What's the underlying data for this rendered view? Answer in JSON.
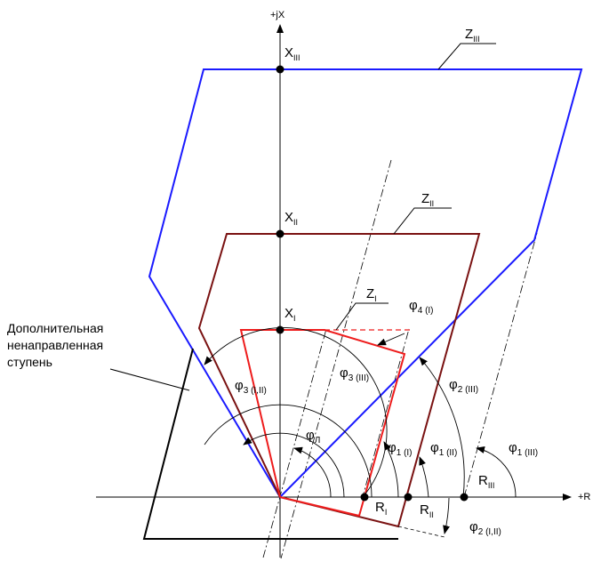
{
  "axes": {
    "x_label": "+R",
    "y_label": "+jX"
  },
  "zones": {
    "z3": {
      "main": "Z",
      "sub": "III",
      "color": "#1a1aff"
    },
    "z2": {
      "main": "Z",
      "sub": "II",
      "color": "#7a1212"
    },
    "z1": {
      "main": "Z",
      "sub": "I",
      "color": "#ee1c1c"
    }
  },
  "points": {
    "x3": {
      "main": "X",
      "sub": "III"
    },
    "x2": {
      "main": "X",
      "sub": "II"
    },
    "x1": {
      "main": "X",
      "sub": "I"
    },
    "r1": {
      "main": "R",
      "sub": "I"
    },
    "r2": {
      "main": "R",
      "sub": "II"
    },
    "r3": {
      "main": "R",
      "sub": "III"
    }
  },
  "angles": {
    "phi_l": {
      "main": "φ",
      "sub": "Л"
    },
    "phi1_1": {
      "main": "φ",
      "sub": "1 (I)"
    },
    "phi1_2": {
      "main": "φ",
      "sub": "1 (II)"
    },
    "phi1_3": {
      "main": "φ",
      "sub": "1 (III)"
    },
    "phi2_3": {
      "main": "φ",
      "sub": "2 (III)"
    },
    "phi2_12": {
      "main": "φ",
      "sub": "2 (I,II)"
    },
    "phi3_3": {
      "main": "φ",
      "sub": "3 (III)"
    },
    "phi3_12": {
      "main": "φ",
      "sub": "3 (I,II)"
    },
    "phi4_1": {
      "main": "φ",
      "sub": "4 (I)"
    }
  },
  "note": {
    "lines": [
      "Дополнительная",
      "ненаправленная",
      "ступень"
    ],
    "color": "#000000"
  }
}
